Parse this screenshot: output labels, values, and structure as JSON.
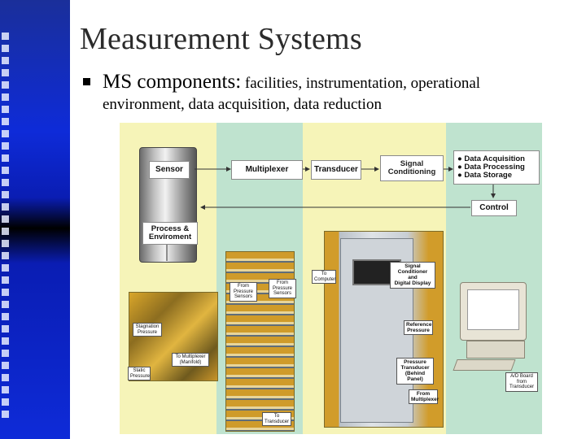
{
  "slide": {
    "title": "Measurement Systems",
    "bullet_big": "MS components:",
    "bullet_small": " facilities, instrumentation, operational",
    "bullet_line2": "environment, data acquisition, data reduction"
  },
  "diagram": {
    "sensor": "Sensor",
    "process": "Process &\nEnviroment",
    "multiplexer": "Multiplexer",
    "transducer": "Transducer",
    "signal_conditioning": "Signal\nConditioning",
    "data_items": [
      "Data Acquisition",
      "Data Processing",
      "Data Storage"
    ],
    "control": "Control",
    "labels": {
      "from_pressure_sensors_a": "From\nPressure\nSensors",
      "from_pressure_sensors_b": "From\nPressure\nSensors",
      "stagnation_pressure": "Stagnation\nPressure",
      "to_multiplexer": "To Multiplexer\n(Manifold)",
      "static_pressure": "Static\nPressure",
      "to_computer": "To\nComputer",
      "signal_conditioner": "Signal Conditioner\nand\nDigital Display",
      "reference_pressure": "Reference\nPressure",
      "pressure_transducer": "Pressure\nTransducer\n(Behind Panel)",
      "from_multiplexer": "From\nMultiplexer",
      "to_transducer": "To\nTransducer",
      "ad_board": "A/D Board\nfrom\nTransducer"
    }
  }
}
